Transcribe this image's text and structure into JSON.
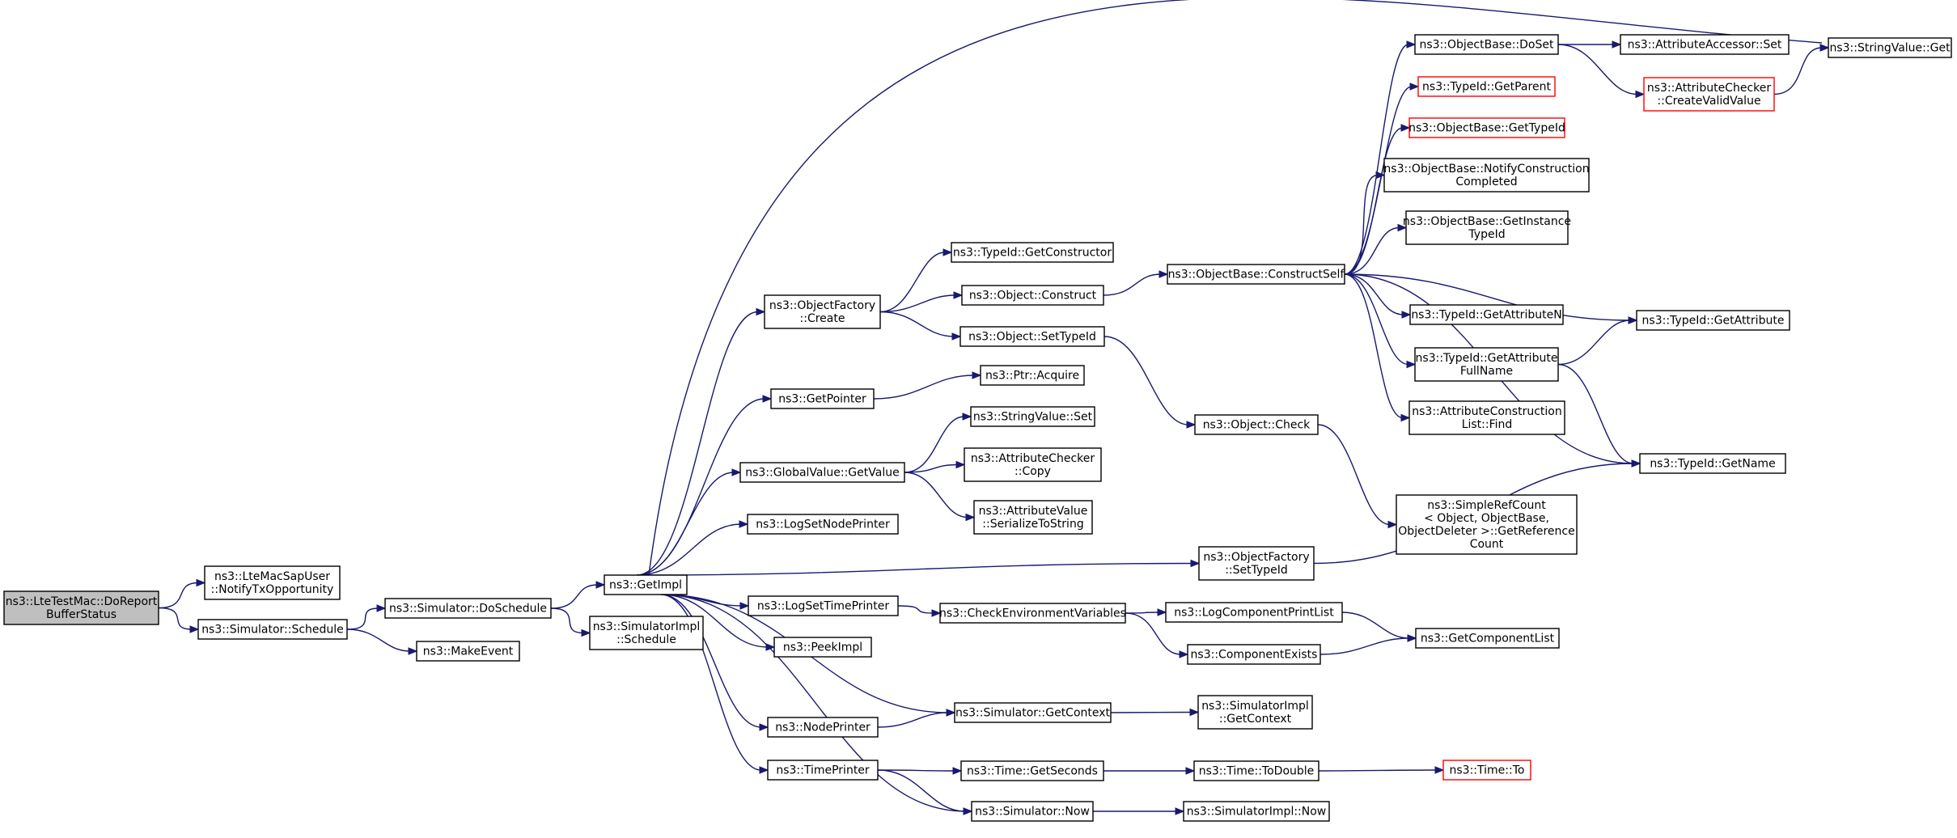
{
  "colors": {
    "edge": "#191970",
    "border": "#000000",
    "missing_border": "#ff0000",
    "root_fill": "#bfbfbf"
  },
  "nodes": [
    {
      "id": "root",
      "lines": [
        "ns3::LteTestMac::DoReport",
        "BufferStatus"
      ],
      "root": true
    },
    {
      "id": "notify",
      "lines": [
        "ns3::LteMacSapUser",
        "::NotifyTxOpportunity"
      ]
    },
    {
      "id": "schedule",
      "lines": [
        "ns3::Simulator::Schedule"
      ]
    },
    {
      "id": "doschedule",
      "lines": [
        "ns3::Simulator::DoSchedule"
      ]
    },
    {
      "id": "makeevent",
      "lines": [
        "ns3::MakeEvent"
      ]
    },
    {
      "id": "getimpl",
      "lines": [
        "ns3::GetImpl"
      ]
    },
    {
      "id": "implschedule",
      "lines": [
        "ns3::SimulatorImpl",
        "::Schedule"
      ]
    },
    {
      "id": "ofcreate",
      "lines": [
        "ns3::ObjectFactory",
        "::Create"
      ]
    },
    {
      "id": "getpointer",
      "lines": [
        "ns3::GetPointer"
      ]
    },
    {
      "id": "gvgetvalue",
      "lines": [
        "ns3::GlobalValue::GetValue"
      ]
    },
    {
      "id": "lognode",
      "lines": [
        "ns3::LogSetNodePrinter"
      ]
    },
    {
      "id": "logtime",
      "lines": [
        "ns3::LogSetTimePrinter"
      ]
    },
    {
      "id": "peekimpl",
      "lines": [
        "ns3::PeekImpl"
      ]
    },
    {
      "id": "nodeprinter",
      "lines": [
        "ns3::NodePrinter"
      ]
    },
    {
      "id": "timeprinter",
      "lines": [
        "ns3::TimePrinter"
      ]
    },
    {
      "id": "getconstructor",
      "lines": [
        "ns3::TypeId::GetConstructor"
      ]
    },
    {
      "id": "objconstruct",
      "lines": [
        "ns3::Object::Construct"
      ]
    },
    {
      "id": "objsettypeid",
      "lines": [
        "ns3::Object::SetTypeId"
      ]
    },
    {
      "id": "ptracquire",
      "lines": [
        "ns3::Ptr::Acquire"
      ]
    },
    {
      "id": "svset",
      "lines": [
        "ns3::StringValue::Set"
      ]
    },
    {
      "id": "accopy",
      "lines": [
        "ns3::AttributeChecker",
        "::Copy"
      ]
    },
    {
      "id": "avserialize",
      "lines": [
        "ns3::AttributeValue",
        "::SerializeToString"
      ]
    },
    {
      "id": "checkenv",
      "lines": [
        "ns3::CheckEnvironmentVariables"
      ]
    },
    {
      "id": "simgetcontext",
      "lines": [
        "ns3::Simulator::GetContext"
      ]
    },
    {
      "id": "timegetseconds",
      "lines": [
        "ns3::Time::GetSeconds"
      ]
    },
    {
      "id": "simnow",
      "lines": [
        "ns3::Simulator::Now"
      ]
    },
    {
      "id": "obconstructself",
      "lines": [
        "ns3::ObjectBase::ConstructSelf"
      ]
    },
    {
      "id": "objcheck",
      "lines": [
        "ns3::Object::Check"
      ]
    },
    {
      "id": "ofsettypeid",
      "lines": [
        "ns3::ObjectFactory",
        "::SetTypeId"
      ]
    },
    {
      "id": "logcompprint",
      "lines": [
        "ns3::LogComponentPrintList"
      ]
    },
    {
      "id": "compexists",
      "lines": [
        "ns3::ComponentExists"
      ]
    },
    {
      "id": "implgetcontext",
      "lines": [
        "ns3::SimulatorImpl",
        "::GetContext"
      ]
    },
    {
      "id": "timetodouble",
      "lines": [
        "ns3::Time::ToDouble"
      ]
    },
    {
      "id": "implnow",
      "lines": [
        "ns3::SimulatorImpl::Now"
      ]
    },
    {
      "id": "obdoset",
      "lines": [
        "ns3::ObjectBase::DoSet"
      ]
    },
    {
      "id": "tidgetparent",
      "lines": [
        "ns3::TypeId::GetParent"
      ],
      "red": true
    },
    {
      "id": "obgettypeid",
      "lines": [
        "ns3::ObjectBase::GetTypeId"
      ],
      "red": true
    },
    {
      "id": "obnotify",
      "lines": [
        "ns3::ObjectBase::NotifyConstruction",
        "Completed"
      ]
    },
    {
      "id": "obgetinst",
      "lines": [
        "ns3::ObjectBase::GetInstance",
        "TypeId"
      ]
    },
    {
      "id": "tidgetattrn",
      "lines": [
        "ns3::TypeId::GetAttributeN"
      ]
    },
    {
      "id": "tidgetattrfull",
      "lines": [
        "ns3::TypeId::GetAttribute",
        "FullName"
      ]
    },
    {
      "id": "aclfind",
      "lines": [
        "ns3::AttributeConstruction",
        "List::Find"
      ]
    },
    {
      "id": "simplerefcount",
      "lines": [
        "ns3::SimpleRefCount",
        "< Object, ObjectBase,",
        "ObjectDeleter >::GetReference",
        "Count"
      ]
    },
    {
      "id": "getcomplist",
      "lines": [
        "ns3::GetComponentList"
      ]
    },
    {
      "id": "timeto",
      "lines": [
        "ns3::Time::To"
      ],
      "red": true
    },
    {
      "id": "aaset",
      "lines": [
        "ns3::AttributeAccessor::Set"
      ]
    },
    {
      "id": "accreate",
      "lines": [
        "ns3::AttributeChecker",
        "::CreateValidValue"
      ],
      "red": true
    },
    {
      "id": "tidgetattr",
      "lines": [
        "ns3::TypeId::GetAttribute"
      ]
    },
    {
      "id": "tidgetname",
      "lines": [
        "ns3::TypeId::GetName"
      ]
    },
    {
      "id": "svget",
      "lines": [
        "ns3::StringValue::Get"
      ]
    }
  ],
  "edges": [
    [
      "root",
      "notify"
    ],
    [
      "root",
      "schedule"
    ],
    [
      "schedule",
      "doschedule"
    ],
    [
      "schedule",
      "makeevent"
    ],
    [
      "doschedule",
      "getimpl"
    ],
    [
      "doschedule",
      "implschedule"
    ],
    [
      "getimpl",
      "ofcreate"
    ],
    [
      "getimpl",
      "getpointer"
    ],
    [
      "getimpl",
      "gvgetvalue"
    ],
    [
      "getimpl",
      "lognode"
    ],
    [
      "getimpl",
      "logtime"
    ],
    [
      "getimpl",
      "peekimpl"
    ],
    [
      "getimpl",
      "nodeprinter"
    ],
    [
      "getimpl",
      "timeprinter"
    ],
    [
      "getimpl",
      "ofsettypeid"
    ],
    [
      "getimpl",
      "svget"
    ],
    [
      "getimpl",
      "simgetcontext"
    ],
    [
      "getimpl",
      "simnow"
    ],
    [
      "ofcreate",
      "getconstructor"
    ],
    [
      "ofcreate",
      "objconstruct"
    ],
    [
      "ofcreate",
      "objsettypeid"
    ],
    [
      "getpointer",
      "ptracquire"
    ],
    [
      "gvgetvalue",
      "svset"
    ],
    [
      "gvgetvalue",
      "accopy"
    ],
    [
      "gvgetvalue",
      "avserialize"
    ],
    [
      "logtime",
      "checkenv"
    ],
    [
      "nodeprinter",
      "simgetcontext"
    ],
    [
      "timeprinter",
      "timegetseconds"
    ],
    [
      "timeprinter",
      "simnow"
    ],
    [
      "objconstruct",
      "obconstructself"
    ],
    [
      "objsettypeid",
      "objcheck"
    ],
    [
      "checkenv",
      "logcompprint"
    ],
    [
      "checkenv",
      "compexists"
    ],
    [
      "simgetcontext",
      "implgetcontext"
    ],
    [
      "timegetseconds",
      "timetodouble"
    ],
    [
      "simnow",
      "implnow"
    ],
    [
      "obconstructself",
      "obdoset"
    ],
    [
      "obconstructself",
      "tidgetparent"
    ],
    [
      "obconstructself",
      "obgettypeid"
    ],
    [
      "obconstructself",
      "obnotify"
    ],
    [
      "obconstructself",
      "obgetinst"
    ],
    [
      "obconstructself",
      "tidgetattrn"
    ],
    [
      "obconstructself",
      "tidgetattrfull"
    ],
    [
      "obconstructself",
      "aclfind"
    ],
    [
      "obconstructself",
      "tidgetattr"
    ],
    [
      "obconstructself",
      "tidgetname"
    ],
    [
      "objcheck",
      "simplerefcount"
    ],
    [
      "ofsettypeid",
      "tidgetname"
    ],
    [
      "logcompprint",
      "getcomplist"
    ],
    [
      "compexists",
      "getcomplist"
    ],
    [
      "timetodouble",
      "timeto"
    ],
    [
      "obdoset",
      "aaset"
    ],
    [
      "obdoset",
      "accreate"
    ],
    [
      "accreate",
      "svget"
    ],
    [
      "tidgetattrfull",
      "tidgetattr"
    ],
    [
      "tidgetattrfull",
      "tidgetname"
    ]
  ]
}
